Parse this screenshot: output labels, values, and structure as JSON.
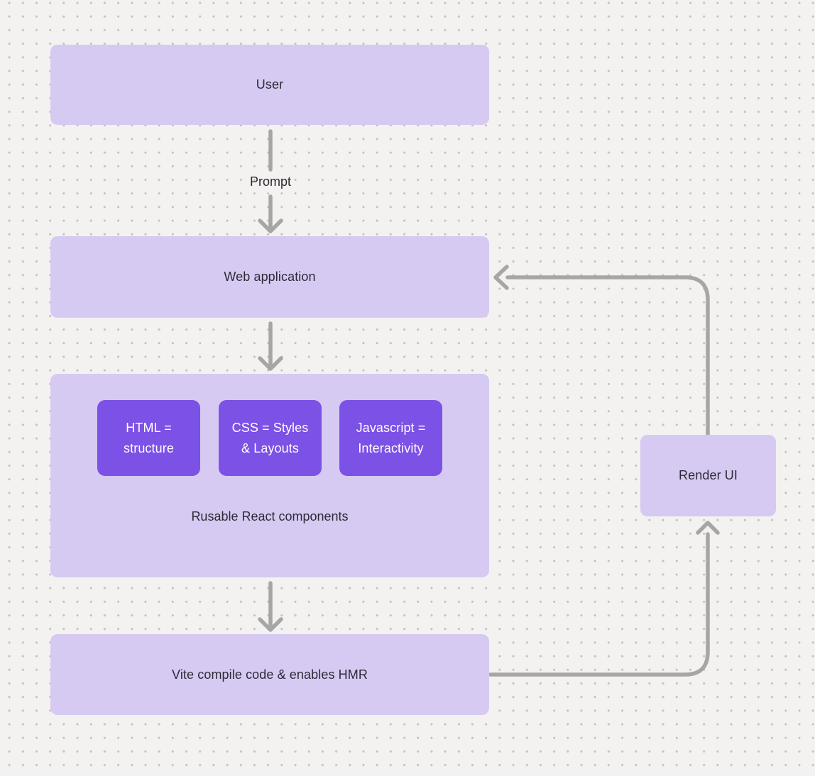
{
  "diagram": {
    "colors": {
      "background": "#f3f2f0",
      "dot_grid": "#c4c1bf",
      "node_fill_light": "#d6caf3",
      "node_fill_dark": "#7c51e6",
      "connector": "#a6a6a6",
      "text_dark": "#2d2a35",
      "text_light": "#ffffff"
    },
    "nodes": {
      "user": {
        "label": "User"
      },
      "web_application": {
        "label": "Web application"
      },
      "components_group": {
        "caption": "Rusable React components"
      },
      "component_html": {
        "label": "HTML = structure"
      },
      "component_css": {
        "label": "CSS = Styles & Layouts"
      },
      "component_js": {
        "label": "Javascript = Interactivity"
      },
      "vite": {
        "label": "Vite compile code & enables HMR"
      },
      "render_ui": {
        "label": "Render UI"
      }
    },
    "edge_labels": {
      "prompt": "Prompt"
    }
  }
}
